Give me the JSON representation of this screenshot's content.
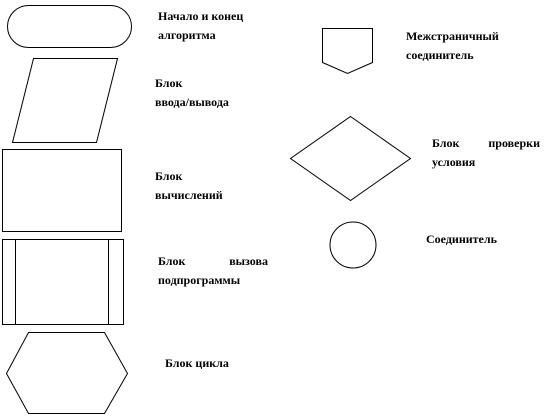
{
  "diagram": {
    "shapes": [
      {
        "id": "terminator",
        "line1": "Начало  и  конец",
        "line2": "алгоритма"
      },
      {
        "id": "io",
        "line1": "Блок",
        "line2": "ввода/вывода"
      },
      {
        "id": "process",
        "line1": "Блок",
        "line2": "вычислений"
      },
      {
        "id": "subroutine",
        "line1": "Блок вызова",
        "line2": "подпрограммы",
        "line1_words": [
          "Блок",
          "вызова"
        ]
      },
      {
        "id": "loop",
        "line1": "Блок цикла",
        "line2": ""
      },
      {
        "id": "offpage",
        "line1": "Межстраничный",
        "line2": "соединитель"
      },
      {
        "id": "decision",
        "line1": "Блок проверки",
        "line2": "условия",
        "line1_words": [
          "Блок",
          "проверки"
        ]
      },
      {
        "id": "connector",
        "line1": "Соединитель",
        "line2": ""
      }
    ]
  },
  "colors": {
    "stroke": "#000000",
    "background": "#ffffff"
  }
}
